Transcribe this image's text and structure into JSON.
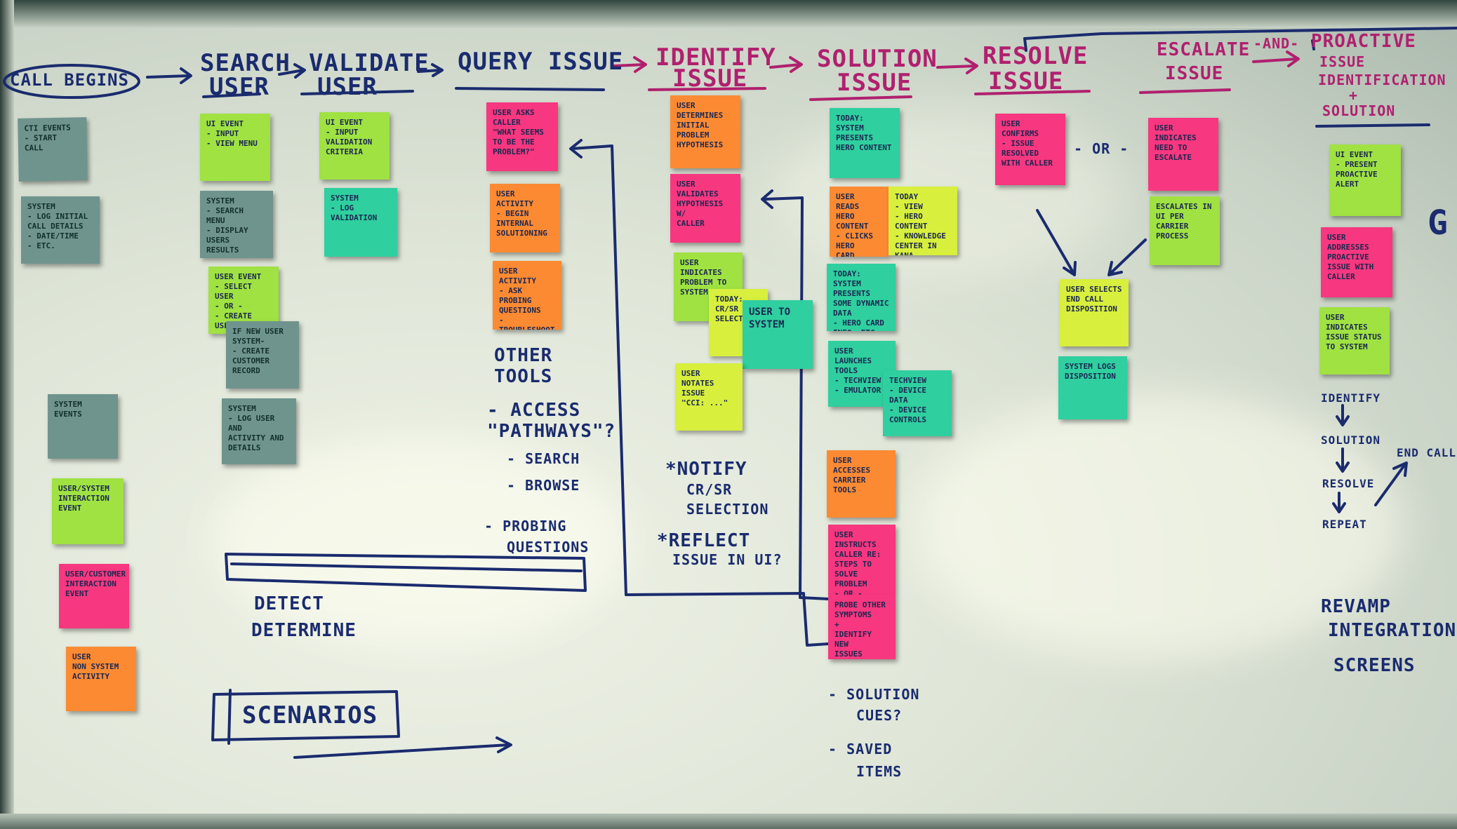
{
  "headers": {
    "call_begins": "CALL BEGINS",
    "search_user_1": "SEARCH",
    "search_user_2": "USER",
    "validate_user_1": "VALIDATE",
    "validate_user_2": "USER",
    "query_issue": "QUERY ISSUE",
    "identify_issue_1": "IDENTIFY",
    "identify_issue_2": "ISSUE",
    "solution_issue_1": "SOLUTION",
    "solution_issue_2": "ISSUE",
    "resolve_issue_1": "RESOLVE",
    "resolve_issue_2": "ISSUE",
    "escalate_issue_1": "ESCALATE",
    "escalate_issue_2": "ISSUE",
    "and": "-AND-",
    "proactive_1": "PROACTIVE",
    "proactive_2": "ISSUE",
    "proactive_3": "IDENTIFICATION",
    "proactive_4": "+",
    "proactive_5": "SOLUTION"
  },
  "notes": {
    "legend_cti": "CTI EVENTS\n- START\n  CALL",
    "legend_system": "SYSTEM\n- LOG INITIAL\n  CALL DETAILS\n  - DATE/TIME\n  - ETC.",
    "legend_system_events": "SYSTEM\nEVENTS",
    "legend_user_system": "USER/SYSTEM\nINTERACTION\nEVENT",
    "legend_user_customer": "USER/CUSTOMER\nINTERACTION\nEVENT",
    "legend_user_non_system": "USER\nNON SYSTEM\nACTIVITY",
    "search_ui_event": "UI EVENT\n- INPUT\n- VIEW MENU",
    "search_system": "SYSTEM\n- SEARCH MENU\n- DISPLAY\n  USERS\n  RESULTS",
    "search_user_event": "USER EVENT\n- SELECT USER\n  - OR -\n- CREATE USER",
    "search_if_new": "IF NEW USER\nSYSTEM-\n- CREATE\n  CUSTOMER\n  RECORD",
    "search_system_log": "SYSTEM\n- LOG USER AND\n  ACTIVITY AND\n  DETAILS",
    "validate_ui_event": "UI EVENT\n- INPUT\n  VALIDATION\n  CRITERIA",
    "validate_system": "SYSTEM\n- LOG VALIDATION",
    "query_user_asks": "USER ASKS\nCALLER\n\"WHAT SEEMS\nTO BE THE\nPROBLEM?\"",
    "query_user_activity_1": "USER ACTIVITY\n- BEGIN\n  INTERNAL\n  SOLUTIONING",
    "query_user_activity_2": "USER ACTIVITY\n- ASK PROBING\n  QUESTIONS\n- TROUBLESHOOT\n  SYMPTOMS",
    "identify_user_determines": "USER DETERMINES\nINITIAL PROBLEM\nHYPOTHESIS",
    "identify_user_validates": "USER VALIDATES\nHYPOTHESIS W/\nCALLER",
    "identify_user_indicates": "USER INDICATES\nPROBLEM TO\nSYSTEM",
    "identify_today": "TODAY:\nCR/SR\nSELECT",
    "identify_user_to_system": "USER TO\nSYSTEM",
    "identify_user_notates": "USER NOTATES\nISSUE\n\"CCI: ...\"",
    "solution_today_1": "TODAY:\nSYSTEM PRESENTS\nHERO CONTENT",
    "solution_user_reads": "USER READS\nHERO CONTENT\n- CLICKS HERO\n  CARD",
    "solution_today_2": "TODAY\n- VIEW\n- HERO CONTENT\n- KNOWLEDGE\n  CENTER IN KANA",
    "solution_today_3": "TODAY:\nSYSTEM PRESENTS\nSOME DYNAMIC\nDATA\n- HERO CARD\n  INFO, ETC.",
    "solution_user_launches": "USER LAUNCHES\nTOOLS\n- TECHVIEW\n- EMULATOR",
    "solution_techview": "TECHVIEW\n- DEVICE\n  DATA\n- DEVICE\n  CONTROLS",
    "solution_user_accesses": "USER ACCESSES\nCARRIER TOOLS",
    "solution_user_instructs": "USER INSTRUCTS\nCALLER RE:\nSTEPS TO\nSOLVE PROBLEM\n- OR -",
    "solution_probe": "PROBE OTHER\nSYMPTOMS\n+\nIDENTIFY NEW\nISSUES",
    "resolve_user_confirms": "USER CONFIRMS\n- ISSUE\n  RESOLVED\n  WITH CALLER",
    "resolve_user_selects": "USER SELECTS\nEND CALL\nDISPOSITION",
    "resolve_system_logs": "SYSTEM LOGS\nDISPOSITION",
    "escalate_user_indicates": "USER INDICATES\nNEED TO\nESCALATE",
    "escalate_escalates": "ESCALATES IN\nUI PER\nCARRIER\nPROCESS",
    "proactive_ui_event": "UI EVENT\n- PRESENT\n  PROACTIVE\n  ALERT",
    "proactive_user_addresses": "USER ADDRESSES\nPROACTIVE\nISSUE WITH\nCALLER",
    "proactive_user_indicates": "USER INDICATES\nISSUE STATUS\nTO SYSTEM"
  },
  "handwriting": {
    "or_resolve": "- OR -",
    "other_tools_1": "OTHER",
    "other_tools_2": "TOOLS",
    "access_pathways_1": "- ACCESS",
    "access_pathways_2": "\"PATHWAYS\"?",
    "search": "- SEARCH",
    "browse": "- BROWSE",
    "probing_1": "- PROBING",
    "probing_2": "QUESTIONS",
    "detect": "DETECT",
    "determine": "DETERMINE",
    "scenarios": "SCENARIOS",
    "notify_1": "*NOTIFY",
    "notify_2": "CR/SR",
    "notify_3": "SELECTION",
    "reflect_1": "*REFLECT",
    "reflect_2": "ISSUE IN UI?",
    "solution_cues_1": "- SOLUTION",
    "solution_cues_2": "CUES?",
    "saved_items_1": "- SAVED",
    "saved_items_2": "ITEMS",
    "cycle_identify": "IDENTIFY",
    "cycle_solution": "SOLUTION",
    "cycle_resolve": "RESOLVE",
    "cycle_repeat": "REPEAT",
    "end_call": "END CALL",
    "revamp_1": "REVAMP",
    "revamp_2": "INTEGRATION",
    "revamp_3": "SCREENS",
    "g_letter": "G"
  }
}
